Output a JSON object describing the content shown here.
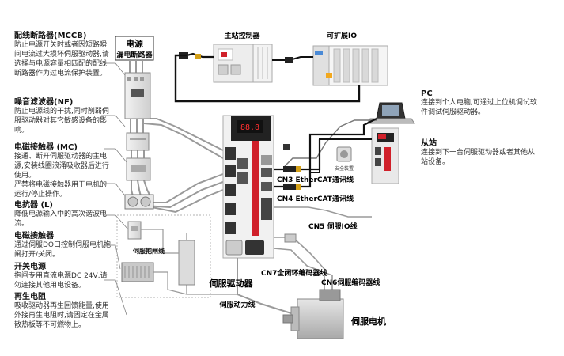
{
  "left_panel": [
    {
      "title": "配线断路器(MCCB)",
      "desc": "防止电源开关时或者因短路瞬间电流过大损坏伺服驱动器,请选择与电源容量相匹配的配线断路器作为过电流保护装置。"
    },
    {
      "title": "噪音滤波器(NF)",
      "desc": "防止电源线的干扰,同时削弱伺服驱动器对其它敏感设备的影响。"
    },
    {
      "title": "电磁接触器 (MC)",
      "desc": "接通、断开伺服驱动器的主电源,安装线圈浪涌吸收器后进行使用。\n严禁将电磁接触器用于电机的运行/停止操作。"
    },
    {
      "title": "电抗器 (L)",
      "desc": "降低电源输入中的高次谐波电流。"
    },
    {
      "title": "电磁接触器",
      "desc": "通过伺服DO口控制伺服电机抱闸打开/关闭。"
    },
    {
      "title": "开关电源",
      "desc": "抱闸专用直流电源DC 24V,请勿连接其他用电设备。"
    },
    {
      "title": "再生电阻",
      "desc": "吸收驱动器再生回馈能量,使用外接再生电阻时,请固定在金属散热板等不可燃物上。"
    }
  ],
  "right_panel": [
    {
      "title": "PC",
      "desc": "连接到个人电脑,可通过上位机调试软件调试伺服驱动器。"
    },
    {
      "title": "从站",
      "desc": "连接到下一台伺服驱动器或者其他从站设备。"
    }
  ],
  "labels": {
    "power": "电源",
    "breaker": "漏电断路器",
    "master": "主站控制器",
    "expand_io": "可扩展IO",
    "safety": "安全装置",
    "cn3": "CN3 EtherCAT通讯线",
    "cn4": "CN4 EtherCAT通讯线",
    "cn5": "CN5 伺服IO线",
    "cn7": "CN7全闭环编码器线",
    "cn6": "CN6伺服编码器线",
    "brake_line": "伺服抱闸线",
    "servo_drive": "伺服驱动器",
    "power_line": "伺服动力线",
    "servo_motor": "伺服电机",
    "display": "88.8"
  },
  "colors": {
    "accent_red": "#d0202a",
    "cable": "#111111",
    "wire_grey": "#9a9a9a",
    "device_grey": "#e4e4e4"
  }
}
